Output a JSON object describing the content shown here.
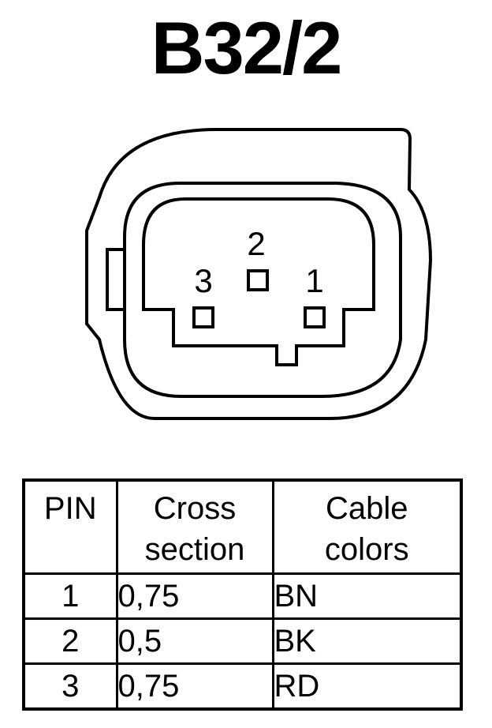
{
  "title": "B32/2",
  "connector": {
    "pins": [
      {
        "number": "2"
      },
      {
        "number": "3"
      },
      {
        "number": "1"
      }
    ]
  },
  "table": {
    "headers": [
      [
        "PIN"
      ],
      [
        "Cross",
        "section"
      ],
      [
        "Cable",
        "colors"
      ]
    ],
    "rows": [
      {
        "pin": "1",
        "cross_section": "0,75",
        "cable_color": "BN"
      },
      {
        "pin": "2",
        "cross_section": "0,5",
        "cable_color": "BK"
      },
      {
        "pin": "3",
        "cross_section": "0,75",
        "cable_color": "RD"
      }
    ]
  }
}
